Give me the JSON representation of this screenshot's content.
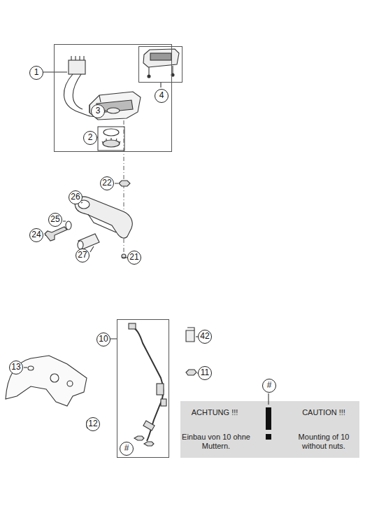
{
  "diagram": {
    "nodes": [
      {
        "text": [
          "1",
          "3",
          "2"
        ]
      },
      {
        "text": [
          "4"
        ]
      },
      {
        "text": [
          "10",
          "#"
        ]
      },
      {
        "text": [
          "#",
          "ACHTUNG !!!",
          "CAUTION !!!",
          "Einbau von 10 ohne Muttern.",
          "Mounting of 10 without nuts."
        ]
      }
    ],
    "labels": [
      "22",
      "26",
      "25",
      "24",
      "27",
      "21",
      "42",
      "11",
      "13",
      "12"
    ]
  }
}
